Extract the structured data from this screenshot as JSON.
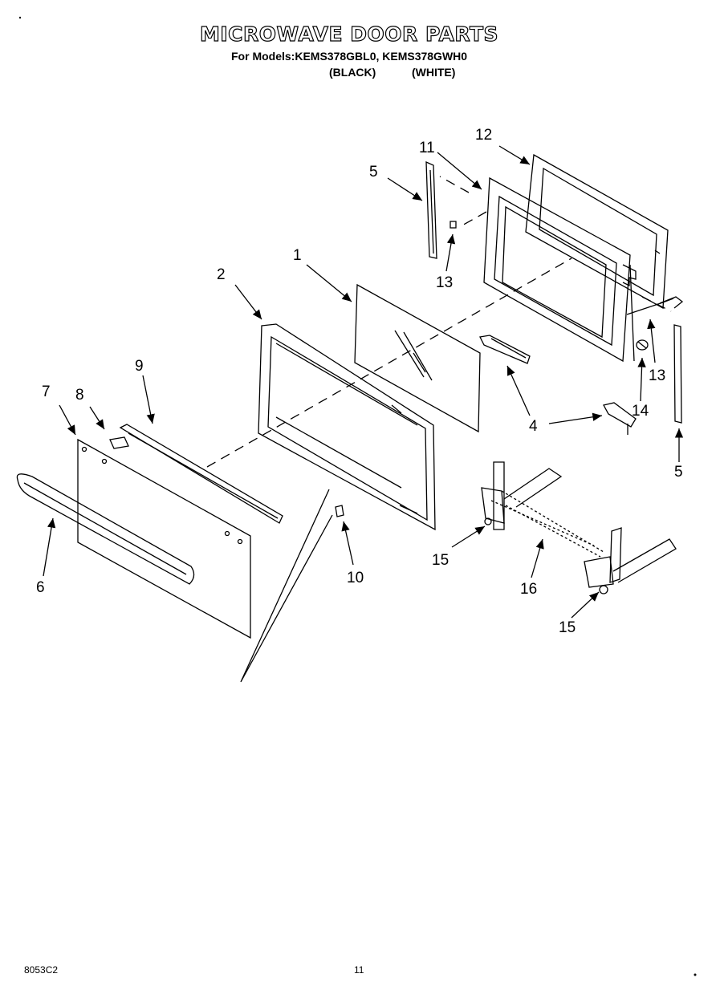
{
  "header": {
    "title": "MICROWAVE DOOR PARTS",
    "models_line": "For Models:KEMS378GBL0, KEMS378GWH0",
    "variant_black": "(BLACK)",
    "variant_white": "(WHITE)"
  },
  "callouts": {
    "c1": "1",
    "c2": "2",
    "c4": "4",
    "c5a": "5",
    "c5b": "5",
    "c6": "6",
    "c7": "7",
    "c8": "8",
    "c9": "9",
    "c10": "10",
    "c11": "11",
    "c12": "12",
    "c13a": "13",
    "c13b": "13",
    "c14": "14",
    "c15a": "15",
    "c15b": "15",
    "c16": "16"
  },
  "footer": {
    "doc_number": "8053C2",
    "page_number": "11"
  }
}
